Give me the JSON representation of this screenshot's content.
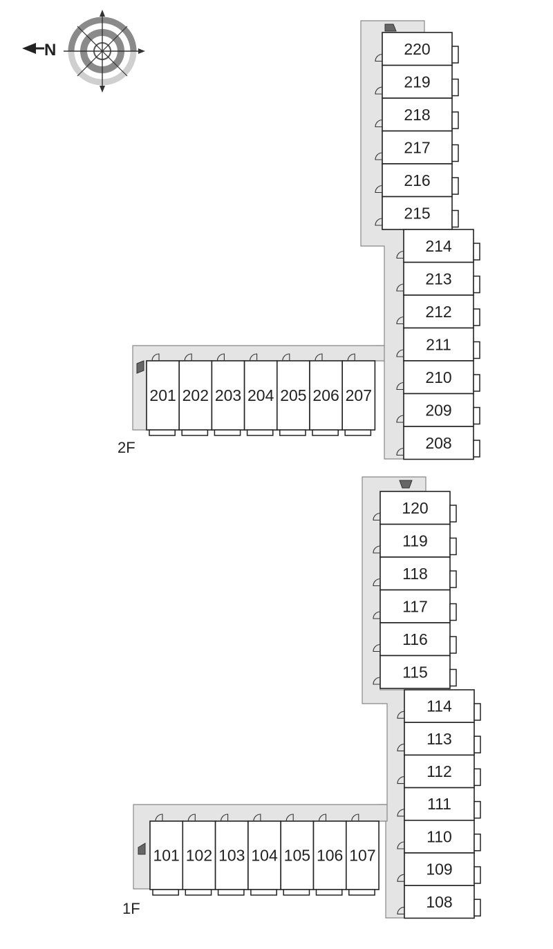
{
  "compass": {
    "north_label": "N",
    "icon": "compass-icon"
  },
  "floors": [
    {
      "label": "2F",
      "east_wing": [
        "220",
        "219",
        "218",
        "217",
        "216",
        "215",
        "214",
        "213",
        "212",
        "211",
        "210",
        "209",
        "208"
      ],
      "south_wing": [
        "201",
        "202",
        "203",
        "204",
        "205",
        "206",
        "207"
      ]
    },
    {
      "label": "1F",
      "east_wing": [
        "120",
        "119",
        "118",
        "117",
        "116",
        "115",
        "114",
        "113",
        "112",
        "111",
        "110",
        "109",
        "108"
      ],
      "south_wing": [
        "101",
        "102",
        "103",
        "104",
        "105",
        "106",
        "107"
      ]
    }
  ]
}
